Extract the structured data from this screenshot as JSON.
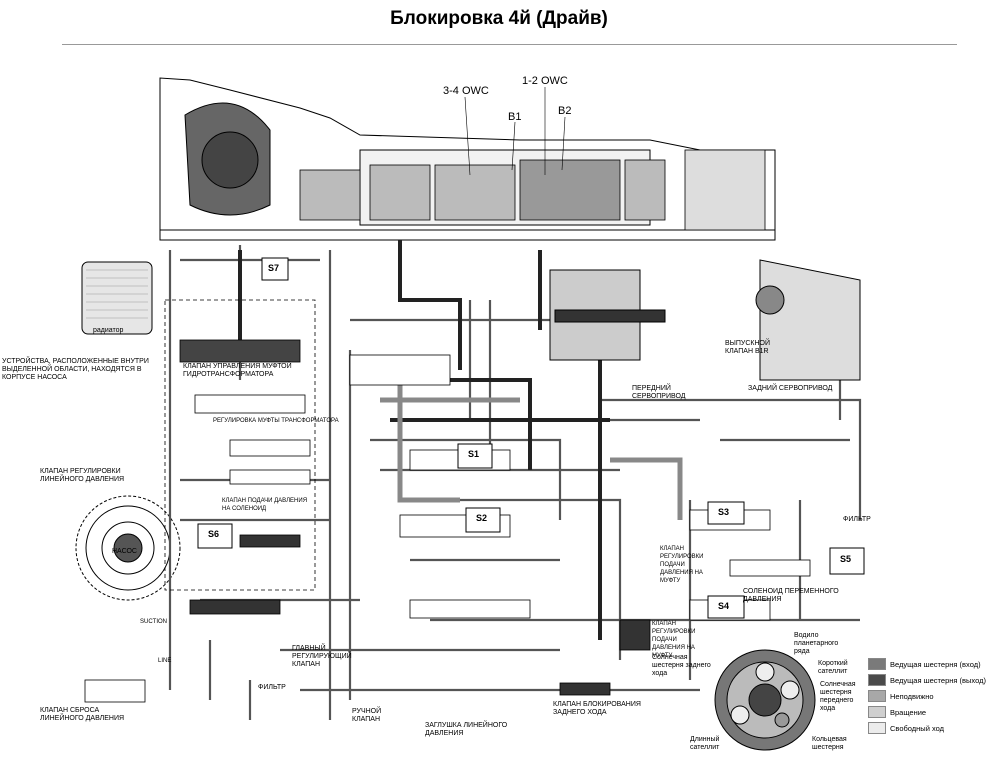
{
  "title": "Блокировка 4й (Драйв)",
  "top_labels": {
    "owc34": "3-4 OWC",
    "owc12": "1-2 OWC",
    "b1": "B1",
    "b2": "B2"
  },
  "solenoids": {
    "s1": "S1",
    "s2": "S2",
    "s3": "S3",
    "s4": "S4",
    "s5": "S5",
    "s6": "S6",
    "s7": "S7"
  },
  "labels": {
    "radiator": "радиатор",
    "pump_area": "УСТРОЙСТВА, РАСПОЛОЖЕННЫЕ ВНУТРИ ВЫДЕЛЕННОЙ ОБЛАСТИ, НАХОДЯТСЯ В КОРПУСЕ НАСОСА",
    "converter_valve": "КЛАПАН УПРАВЛЕНИЯ МУФТОЙ ГИДРОТРАНСФОРМАТОРА",
    "converter_reg": "РЕГУЛИРОВКА МУФТЫ ТРАНСФОРМАТОРА",
    "line_reg_valve": "КЛАПАН РЕГУЛИРОВКИ ЛИНЕЙНОГО ДАВЛЕНИЯ",
    "pump": "НАСОС",
    "solenoid_feed": "КЛАПАН ПОДАЧИ ДАВЛЕНИЯ НА СОЛЕНОИД",
    "main_reg": "ГЛАВНЫЙ РЕГУЛИРУЮЩИЙ КЛАПАН",
    "filter1": "ФИЛЬТР",
    "filter2": "ФИЛЬТР",
    "manual_valve": "РУЧНОЙ КЛАПАН",
    "line_plug": "ЗАГЛУШКА ЛИНЕЙНОГО ДАВЛЕНИЯ",
    "line_relief": "КЛАПАН СБРОСА ЛИНЕЙНОГО ДАВЛЕНИЯ",
    "reverse_valve": "КЛАПАН БЛОКИРОВАНИЯ ЗАДНЕГО ХОДА",
    "front_servo": "ПЕРЕДНИЙ СЕРВОПРИВОД",
    "exhaust_b1r": "ВЫПУСКНОЙ КЛАПАН B1R",
    "rear_servo": "ЗАДНИЙ СЕРВОПРИВОД",
    "var_solenoid": "СОЛЕНОИД ПЕРЕМЕННОГО ДАВЛЕНИЯ",
    "clutch_reg1": "КЛАПАН РЕГУЛИРОВКИ ПОДАЧИ ДАВЛЕНИЯ НА МУФТУ",
    "clutch_reg2": "КЛАПАН РЕГУЛИРОВКИ ПОДАЧИ ДАВЛЕНИЯ НА МУФТУ",
    "carrier": "Водило планетарного ряда",
    "short_sat": "Короткий сателлит",
    "sun_rev": "Солнечная шестерня заднего хода",
    "sun_fwd": "Солнечная шестерня переднего хода",
    "long_sat": "Длинный сателлит",
    "ring_gear": "Кольцевая шестерня",
    "suction": "SUCTION",
    "line": "LINE"
  },
  "legend": [
    {
      "label": "Ведущая шестерня (вход)",
      "color": "#7a7a7a"
    },
    {
      "label": "Ведущая шестерня (выход)",
      "color": "#4a4a4a"
    },
    {
      "label": "Неподвижно",
      "color": "#a8a8a8"
    },
    {
      "label": "Вращение",
      "color": "#cfcfcf"
    },
    {
      "label": "Свободный ход",
      "color": "#ececec"
    }
  ]
}
